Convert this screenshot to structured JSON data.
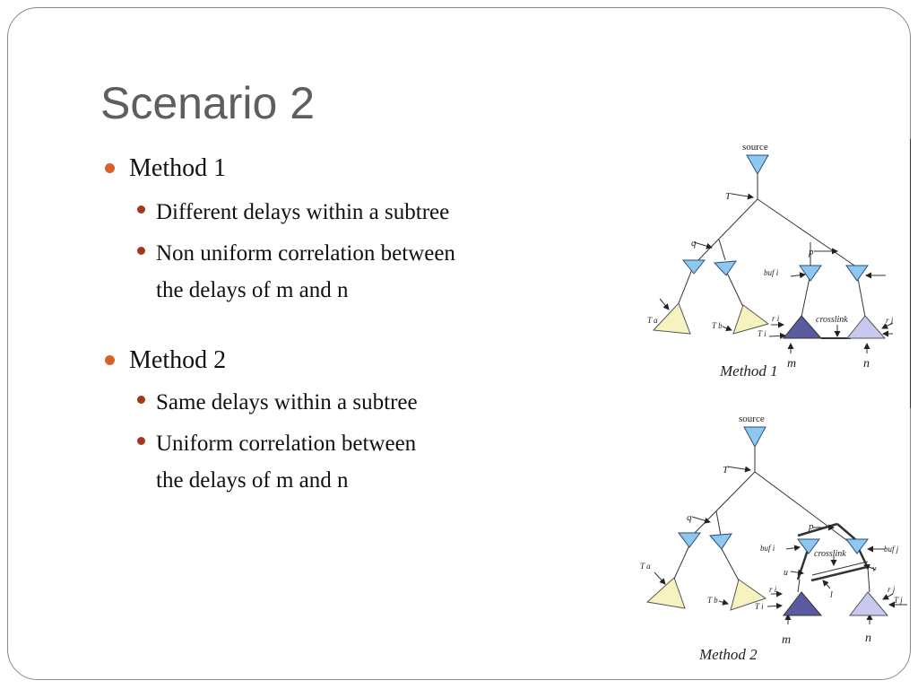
{
  "slide": {
    "title": "Scenario 2",
    "sections": [
      {
        "heading": "Method 1",
        "items": [
          {
            "line1": "Different delays within a subtree",
            "line2": ""
          },
          {
            "line1": "Non uniform correlation between",
            "line2": "the delays of m and n"
          }
        ]
      },
      {
        "heading": "Method 2",
        "items": [
          {
            "line1": "Same delays within a subtree",
            "line2": ""
          },
          {
            "line1": "Uniform correlation between",
            "line2": "the delays of m and n"
          }
        ]
      }
    ]
  },
  "diagrams": {
    "method1": {
      "caption": "Method 1",
      "labels": {
        "source": "source",
        "T": "T",
        "q": "q",
        "p": "p",
        "buf_i": "buf i",
        "Ta": "T a",
        "Tb": "T b",
        "ri": "r i",
        "Ti": "T i",
        "crosslink": "crosslink",
        "rj": "r j",
        "m": "m",
        "n": "n"
      }
    },
    "method2": {
      "caption": "Method 2",
      "labels": {
        "source": "source",
        "T": "T",
        "q": "q",
        "p": "p",
        "buf_i": "buf i",
        "buf_j": "buf j",
        "crosslink": "crosslink",
        "u": "u",
        "v": "v",
        "l": "l",
        "Ta": "T a",
        "Tb": "T b",
        "ri": "r i",
        "Ti": "T i",
        "rj": "r j",
        "Tj": "T j",
        "m": "m",
        "n": "n"
      }
    }
  },
  "colors": {
    "title": "#5e5e5e",
    "bullet_level1": "#d8602a",
    "bullet_level2": "#a5371f",
    "node_blue": "#8ec7f0",
    "subtree_yellow": "#f7f3c0",
    "subtree_dark": "#5a5aa0",
    "subtree_light": "#c8c8f0"
  }
}
